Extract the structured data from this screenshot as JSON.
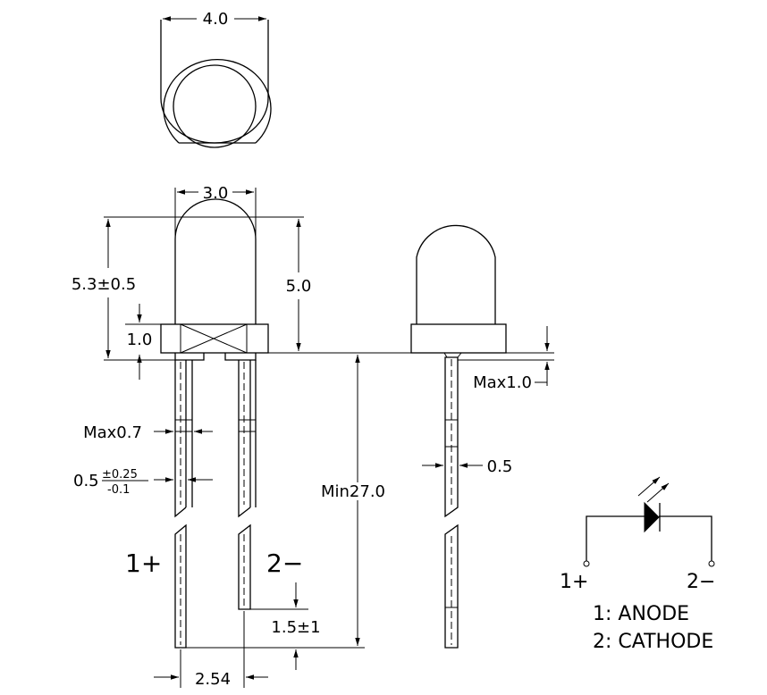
{
  "top_view": {
    "width_label": "4.0"
  },
  "side_view": {
    "dome_width_label": "3.0",
    "overall_height_label": "5.3±0.5",
    "dome_height_label": "5.0",
    "flange_height_label": "1.0",
    "lead_width_label": "Max0.7",
    "lead_thickness_label_main": "0.5",
    "lead_thickness_tol_plus": "±0.25",
    "lead_thickness_tol_minus": "-0.1",
    "lead_length_label": "Min27.0",
    "lead_diff_label": "1.5±1",
    "lead_pitch_label": "2.54",
    "pin1_label": "1+",
    "pin2_label": "2−"
  },
  "profile_view": {
    "standoff_label": "Max1.0",
    "lead_label": "0.5"
  },
  "symbol": {
    "pin1_label": "1+",
    "pin2_label": "2−",
    "legend": [
      "1: ANODE",
      "2: CATHODE"
    ]
  }
}
